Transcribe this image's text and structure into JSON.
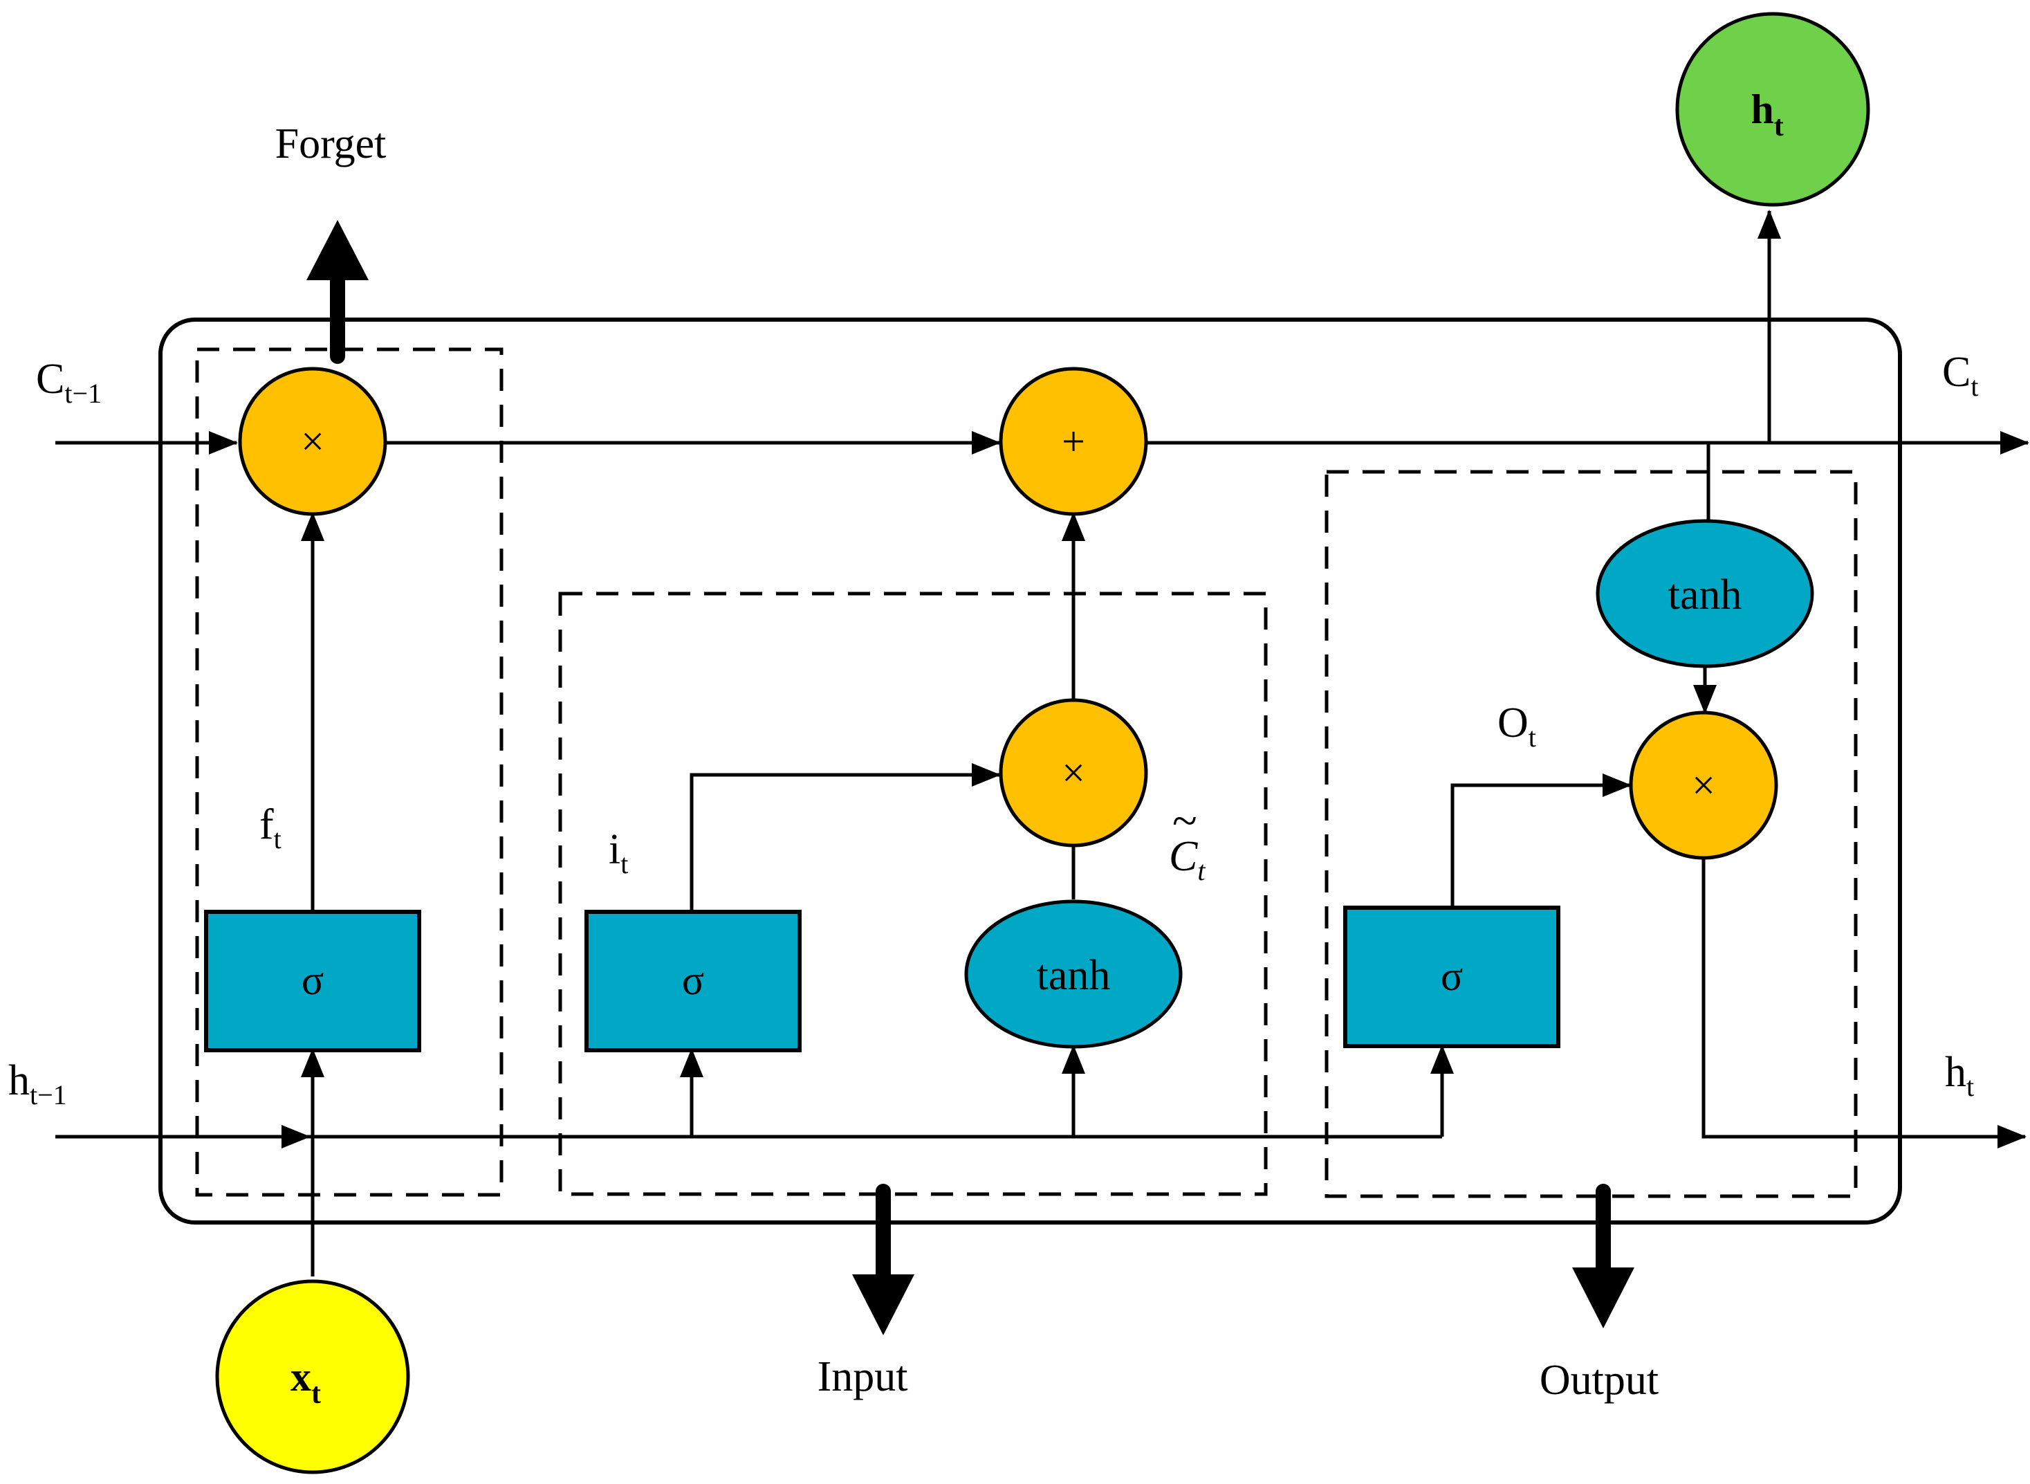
{
  "colors": {
    "operator_fill": "#FFC000",
    "activation_fill": "#00A8C6",
    "input_node_fill": "#FFFF00",
    "output_node_fill": "#6FD14A",
    "stroke": "#000000"
  },
  "labels": {
    "forget": "Forget",
    "input": "Input",
    "output": "Output",
    "c_prev_main": "C",
    "c_prev_sub": "t−1",
    "c_t_main": "C",
    "c_t_sub": "t",
    "h_prev_main": "h",
    "h_prev_sub": "t−1",
    "h_t_right_main": "h",
    "h_t_right_sub": "t",
    "f_t_main": "f",
    "f_t_sub": "t",
    "i_t_main": "i",
    "i_t_sub": "t",
    "o_t_main": "O",
    "o_t_sub": "t",
    "c_tilde_main": "C",
    "c_tilde_sub": "t",
    "c_tilde_accent": "~",
    "x_node_main": "x",
    "x_node_sub": "t",
    "h_node_main": "h",
    "h_node_sub": "t"
  },
  "operators": {
    "forget_multiply": "×",
    "cell_add": "+",
    "input_multiply": "×",
    "output_multiply": "×"
  },
  "activations": {
    "forget_sigma": "σ",
    "input_sigma": "σ",
    "input_tanh": "tanh",
    "output_sigma": "σ",
    "output_tanh": "tanh"
  }
}
